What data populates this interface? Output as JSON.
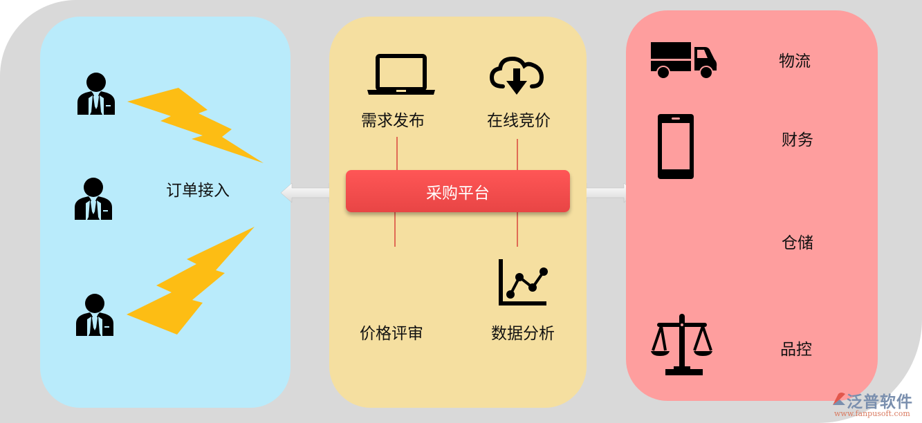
{
  "left_panel": {
    "label": "订单接入",
    "users": [
      {
        "icon": "businessman-icon"
      },
      {
        "icon": "businessman-icon"
      },
      {
        "icon": "businessman-icon"
      }
    ],
    "bolts": [
      "lightning-icon",
      "lightning-icon"
    ],
    "color": "#b9ebfb"
  },
  "middle_panel": {
    "color": "#f5dfa0",
    "platform": {
      "label": "采购平台",
      "color": "#f04b4b"
    },
    "items": [
      {
        "label": "需求发布",
        "icon": "laptop-icon"
      },
      {
        "label": "在线竞价",
        "icon": "cloud-download-icon"
      },
      {
        "label": "价格评审",
        "icon": ""
      },
      {
        "label": "数据分析",
        "icon": "line-chart-icon"
      }
    ]
  },
  "right_panel": {
    "color": "#fe9e9e",
    "items": [
      {
        "label": "物流",
        "icon": "truck-icon"
      },
      {
        "label": "财务",
        "icon": "smartphone-icon"
      },
      {
        "label": "仓储",
        "icon": ""
      },
      {
        "label": "品控",
        "icon": "scales-icon"
      }
    ]
  },
  "connectors": [
    "double-arrow-icon",
    "double-arrow-icon"
  ],
  "watermark": {
    "title": "泛普软件",
    "url": "www.fanpusoft.com"
  }
}
